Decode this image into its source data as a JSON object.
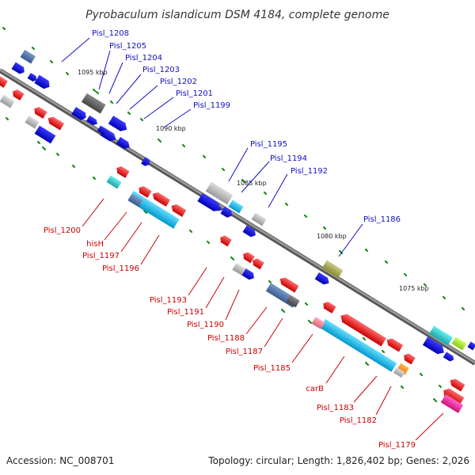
{
  "title": "Pyrobaculum islandicum DSM 4184, complete genome",
  "footer": {
    "accession": "Accession: NC_008701",
    "summary": "Topology: circular; Length: 1,826,402 bp; Genes: 2,026"
  },
  "scale_labels": [
    "1095 kbp",
    "1090 kbp",
    "1085 kbp",
    "1080 kbp",
    "1075 kbp"
  ],
  "top_labels": [
    "Pisl_1208",
    "Pisl_1205",
    "Pisl_1204",
    "Pisl_1203",
    "Pisl_1202",
    "Pisl_1201",
    "Pisl_1199",
    "Pisl_1195",
    "Pisl_1194",
    "Pisl_1192",
    "Pisl_1186"
  ],
  "bottom_labels": [
    "Pisl_1200",
    "hisH",
    "Pisl_1197",
    "Pisl_1196",
    "Pisl_1193",
    "Pisl_1191",
    "Pisl_1190",
    "Pisl_1188",
    "Pisl_1187",
    "Pisl_1185",
    "carB",
    "Pisl_1183",
    "Pisl_1182",
    "Pisl_1179"
  ],
  "colors": {
    "backbone": "#8c8c8c",
    "forward_gene": "#0000e0",
    "reverse_gene": "#ee0000",
    "label_forward": "#1010c0",
    "label_reverse": "#cc0000",
    "tick": "#1a8c1a",
    "teal": "#33cccc",
    "sky": "#33bbee",
    "steel": "#5577aa",
    "slate": "#555555",
    "silver": "#bbbbbb",
    "olive": "#aaaa55",
    "lime": "#aaee22",
    "magenta": "#ee2299",
    "orange": "#ff9922",
    "pink": "#ee8899"
  }
}
